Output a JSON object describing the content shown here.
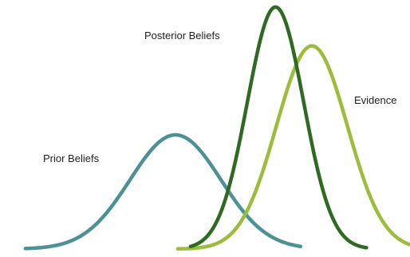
{
  "labels": {
    "prior": "Prior Beliefs",
    "posterior": "Posterior Beliefs",
    "evidence": "Evidence"
  },
  "curves": {
    "prior": {
      "color": "#4b9196",
      "mean": 0.0,
      "sd": 1.0,
      "peak": 1.0
    },
    "evidence": {
      "color": "#9cbc3c",
      "mean": 3.0,
      "sd": 0.78,
      "peak": 1.78
    },
    "posterior": {
      "color": "#2f6a22",
      "mean": 2.2,
      "sd": 0.62,
      "peak": 2.12
    }
  }
}
